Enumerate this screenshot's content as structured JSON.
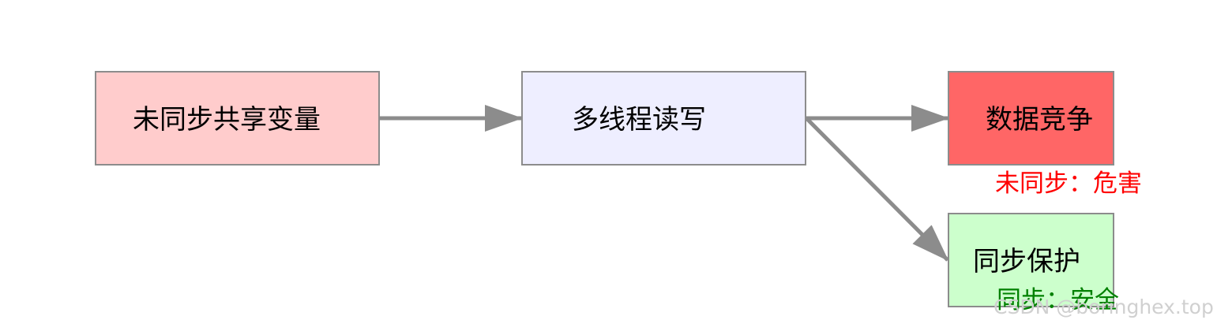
{
  "nodes": {
    "unsynced_shared_variable": "未同步共享变量",
    "multithread_read_write": "多线程读写",
    "data_race": "数据竞争",
    "synchronized_protection": "同步保护"
  },
  "edge_labels": {
    "unsynced_harm": "未同步：危害",
    "synced_safe": "同步：安全"
  },
  "colors": {
    "node_unsynced_fill": "#ffcccc",
    "node_multithread_fill": "#eeeeff",
    "node_race_fill": "#ff6666",
    "node_safe_fill": "#ccffcc",
    "node_border": "#8c8c8c",
    "edge": "#8c8c8c",
    "label_harm": "#ff0000",
    "label_safe": "#008000"
  },
  "watermark": "CSDN @boringhex.top"
}
